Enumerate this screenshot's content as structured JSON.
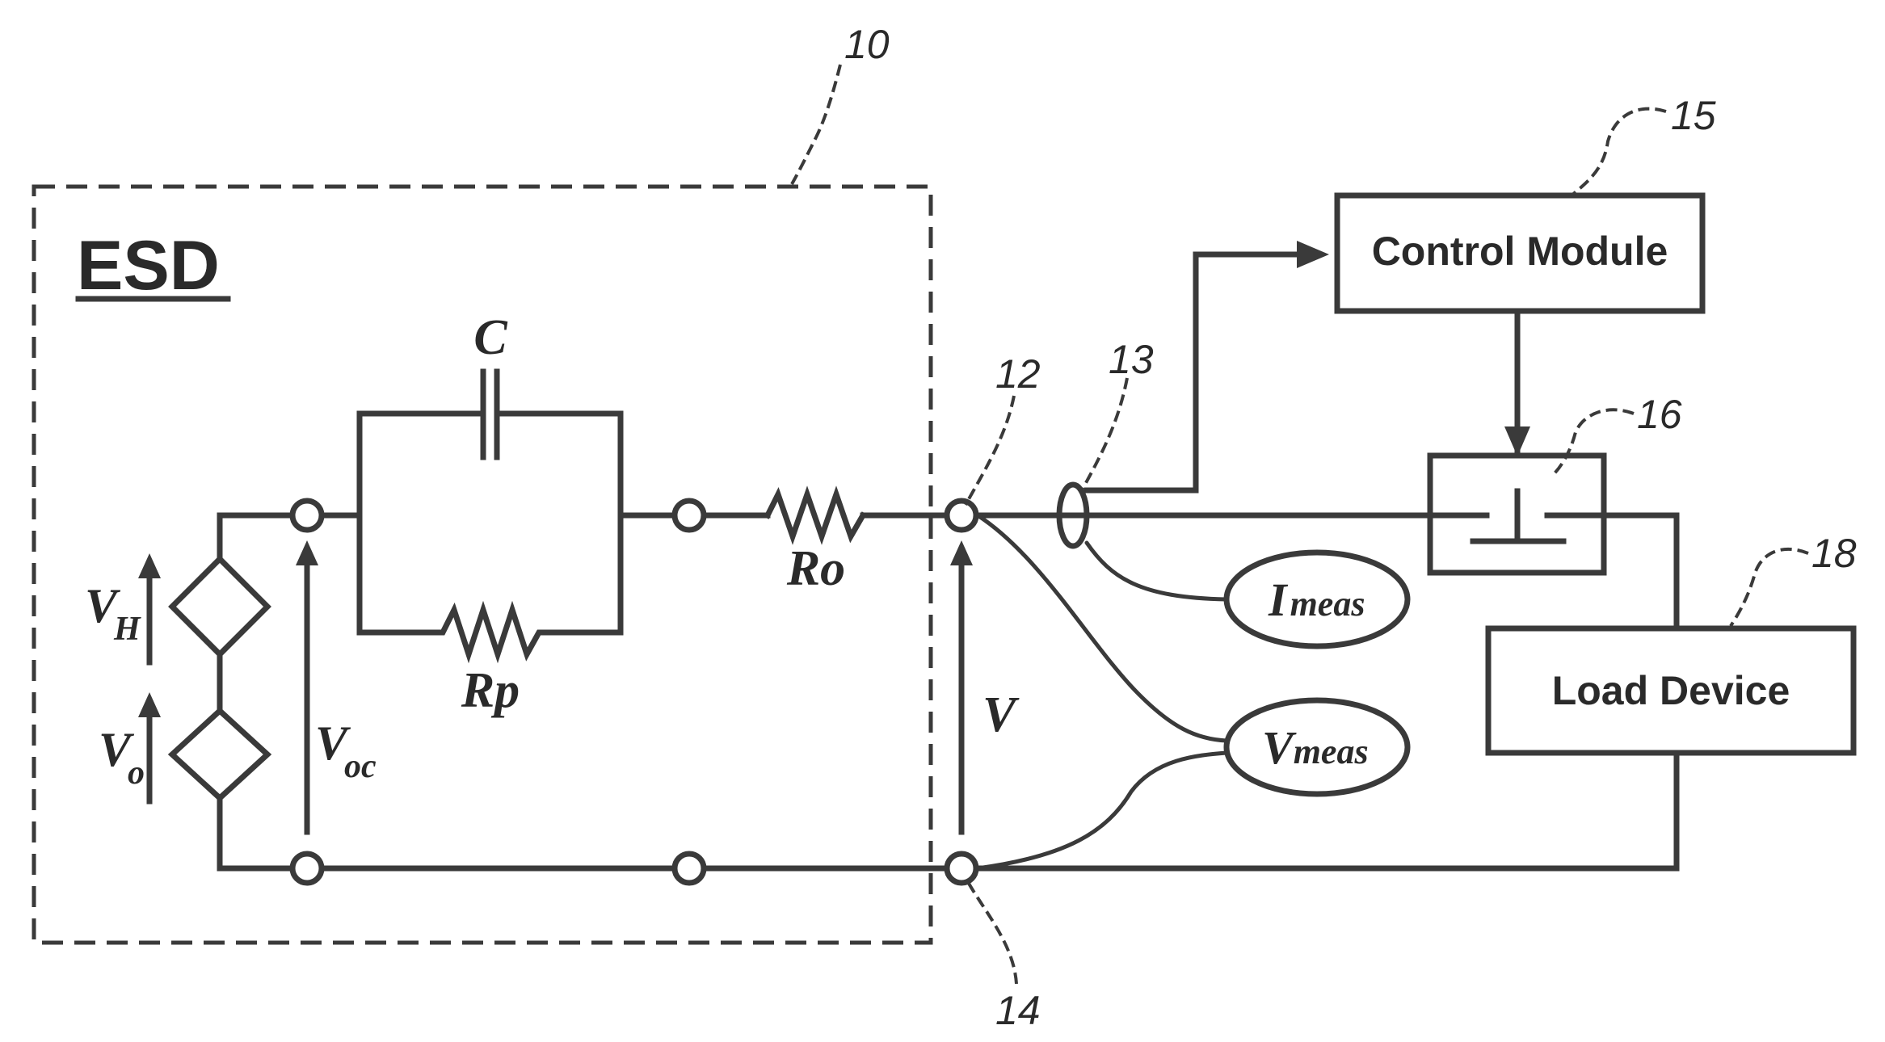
{
  "diagram": {
    "esd_label": "ESD",
    "blocks": {
      "control_module": "Control Module",
      "load_device": "Load Device"
    },
    "symbols": {
      "capacitor": "C",
      "resistor_series": "Ro",
      "resistor_parallel": "Rp",
      "v_h": {
        "main": "V",
        "sub": "H"
      },
      "v_o": {
        "main": "V",
        "sub": "o"
      },
      "v_oc": {
        "main": "V",
        "sub": "oc"
      },
      "v_terminal": "V",
      "i_meas": {
        "main": "I",
        "sub": "meas"
      },
      "v_meas": {
        "main": "V",
        "sub": "meas"
      }
    },
    "reference_numerals": {
      "esd_box": "10",
      "positive_terminal": "12",
      "current_sensor": "13",
      "negative_terminal": "14",
      "control_module": "15",
      "switch": "16",
      "load_device": "18"
    }
  }
}
